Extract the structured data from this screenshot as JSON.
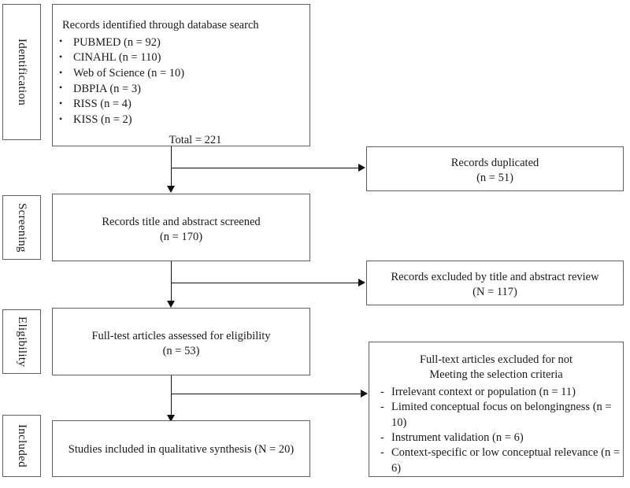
{
  "diagram": {
    "type": "prisma-flow-diagram",
    "stages": [
      {
        "id": "identification",
        "label": "Identification"
      },
      {
        "id": "screening",
        "label": "Screening"
      },
      {
        "id": "eligibility",
        "label": "Eligibility"
      },
      {
        "id": "included",
        "label": "Included"
      }
    ],
    "identification_box": {
      "heading": "Records identified through database search",
      "sources": [
        {
          "name": "PUBMED",
          "count_label": "(n = 92)",
          "n": 92,
          "text": "PUBMED (n = 92)"
        },
        {
          "name": "CINAHL",
          "count_label": "(n = 110)",
          "n": 110,
          "text": "CINAHL (n = 110)"
        },
        {
          "name": "Web of Science",
          "count_label": "(n = 10)",
          "n": 10,
          "text": "Web of Science (n = 10)"
        },
        {
          "name": "DBPIA",
          "count_label": "(n = 3)",
          "n": 3,
          "text": "DBPIA (n = 3)"
        },
        {
          "name": "RISS",
          "count_label": "(n = 4)",
          "n": 4,
          "text": "RISS (n = 4)"
        },
        {
          "name": "KISS",
          "count_label": "(n = 2)",
          "n": 2,
          "text": "KISS (n = 2)"
        }
      ],
      "total": "Total = 221",
      "total_value": 221
    },
    "duplicates_box": {
      "line1": "Records duplicated",
      "line2": "(n = 51)",
      "n": 51
    },
    "screening_box": {
      "line1": "Records title and abstract screened",
      "line2": "(n = 170)",
      "n": 170
    },
    "screening_excluded_box": {
      "line1": "Records excluded by title and abstract review",
      "line2": "(N = 117)",
      "n": 117
    },
    "eligibility_box": {
      "line1": "Full-test articles assessed for eligibility",
      "line2": "(n = 53)",
      "n": 53
    },
    "fulltext_excluded_box": {
      "line1": "Full-text articles excluded for not",
      "line2": "Meeting the selection criteria",
      "reasons": [
        {
          "text": "Irrelevant context or population  (n = 11)",
          "n": 11
        },
        {
          "text": "Limited conceptual focus on belongingness (n = 10)",
          "n": 10
        },
        {
          "text": "Instrument validation (n = 6)",
          "n": 6
        },
        {
          "text": "Context-specific or low conceptual relevance (n = 6)",
          "n": 6
        }
      ]
    },
    "included_box": {
      "line1": "Studies included in qualitative synthesis (N = 20)",
      "n": 20
    },
    "colors": {
      "box_border": "#606060",
      "connector": "#111111",
      "text": "#1a1a1a",
      "background": "#ffffff"
    }
  }
}
